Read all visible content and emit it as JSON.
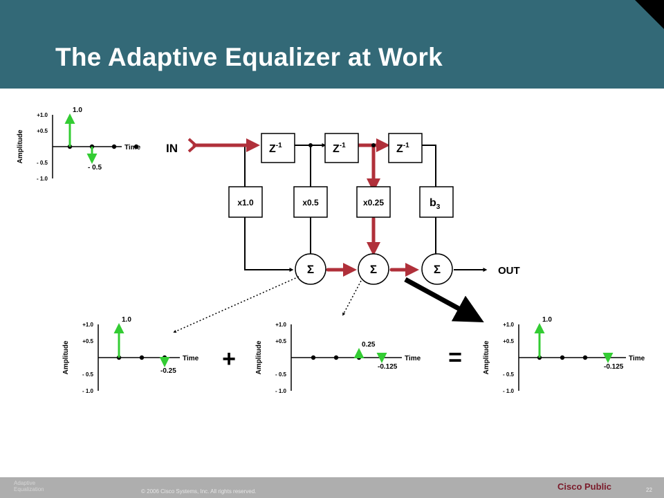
{
  "title": "The Adaptive Equalizer at Work",
  "colors": {
    "header": "#336977",
    "red": "#b0303a",
    "green": "#33cc33",
    "footer": "#aeaeae"
  },
  "labels": {
    "in": "IN",
    "out": "OUT",
    "plus": "+",
    "equals": "="
  },
  "delays": [
    {
      "base": "Z",
      "sup": "-1"
    },
    {
      "base": "Z",
      "sup": "-1"
    },
    {
      "base": "Z",
      "sup": "-1"
    }
  ],
  "taps": [
    {
      "text": "x1.0"
    },
    {
      "text": "x0.5"
    },
    {
      "text": "x0.25"
    },
    {
      "base": "b",
      "sub": "3"
    }
  ],
  "sums": [
    "Σ",
    "Σ",
    "Σ"
  ],
  "plots": [
    {
      "id": "input",
      "ylabel": "Amplitude",
      "xlabel": "Time",
      "ticks": [
        "+1.0",
        "+0.5",
        "- 0.5",
        "- 1.0"
      ],
      "samples": [
        1.0,
        -0.5,
        0,
        0
      ],
      "labels": [
        {
          "i": 0,
          "text": "1.0"
        },
        {
          "i": 1,
          "text": "- 0.5"
        }
      ]
    },
    {
      "id": "path-a",
      "ylabel": "Amplitude",
      "xlabel": "Time",
      "ticks": [
        "+1.0",
        "+0.5",
        "- 0.5",
        "- 1.0"
      ],
      "samples": [
        1.0,
        0,
        -0.25
      ],
      "labels": [
        {
          "i": 0,
          "text": "1.0"
        },
        {
          "i": 2,
          "text": "-0.25"
        }
      ]
    },
    {
      "id": "path-b",
      "ylabel": "Amplitude",
      "xlabel": "Time",
      "ticks": [
        "+1.0",
        "+0.5",
        "- 0.5",
        "- 1.0"
      ],
      "samples": [
        0,
        0,
        0.25,
        -0.125
      ],
      "labels": [
        {
          "i": 2,
          "text": "0.25"
        },
        {
          "i": 3,
          "text": "-0.125"
        }
      ]
    },
    {
      "id": "result",
      "ylabel": "Amplitude",
      "xlabel": "Time",
      "ticks": [
        "+1.0",
        "+0.5",
        "- 0.5",
        "- 1.0"
      ],
      "samples": [
        1.0,
        0,
        0,
        -0.125
      ],
      "labels": [
        {
          "i": 0,
          "text": "1.0"
        },
        {
          "i": 3,
          "text": "-0.125"
        }
      ]
    }
  ],
  "footer": {
    "section": "Adaptive Equalization",
    "copyright": "© 2006 Cisco Systems, Inc. All rights reserved.",
    "classification": "Cisco Public",
    "page": "22"
  }
}
